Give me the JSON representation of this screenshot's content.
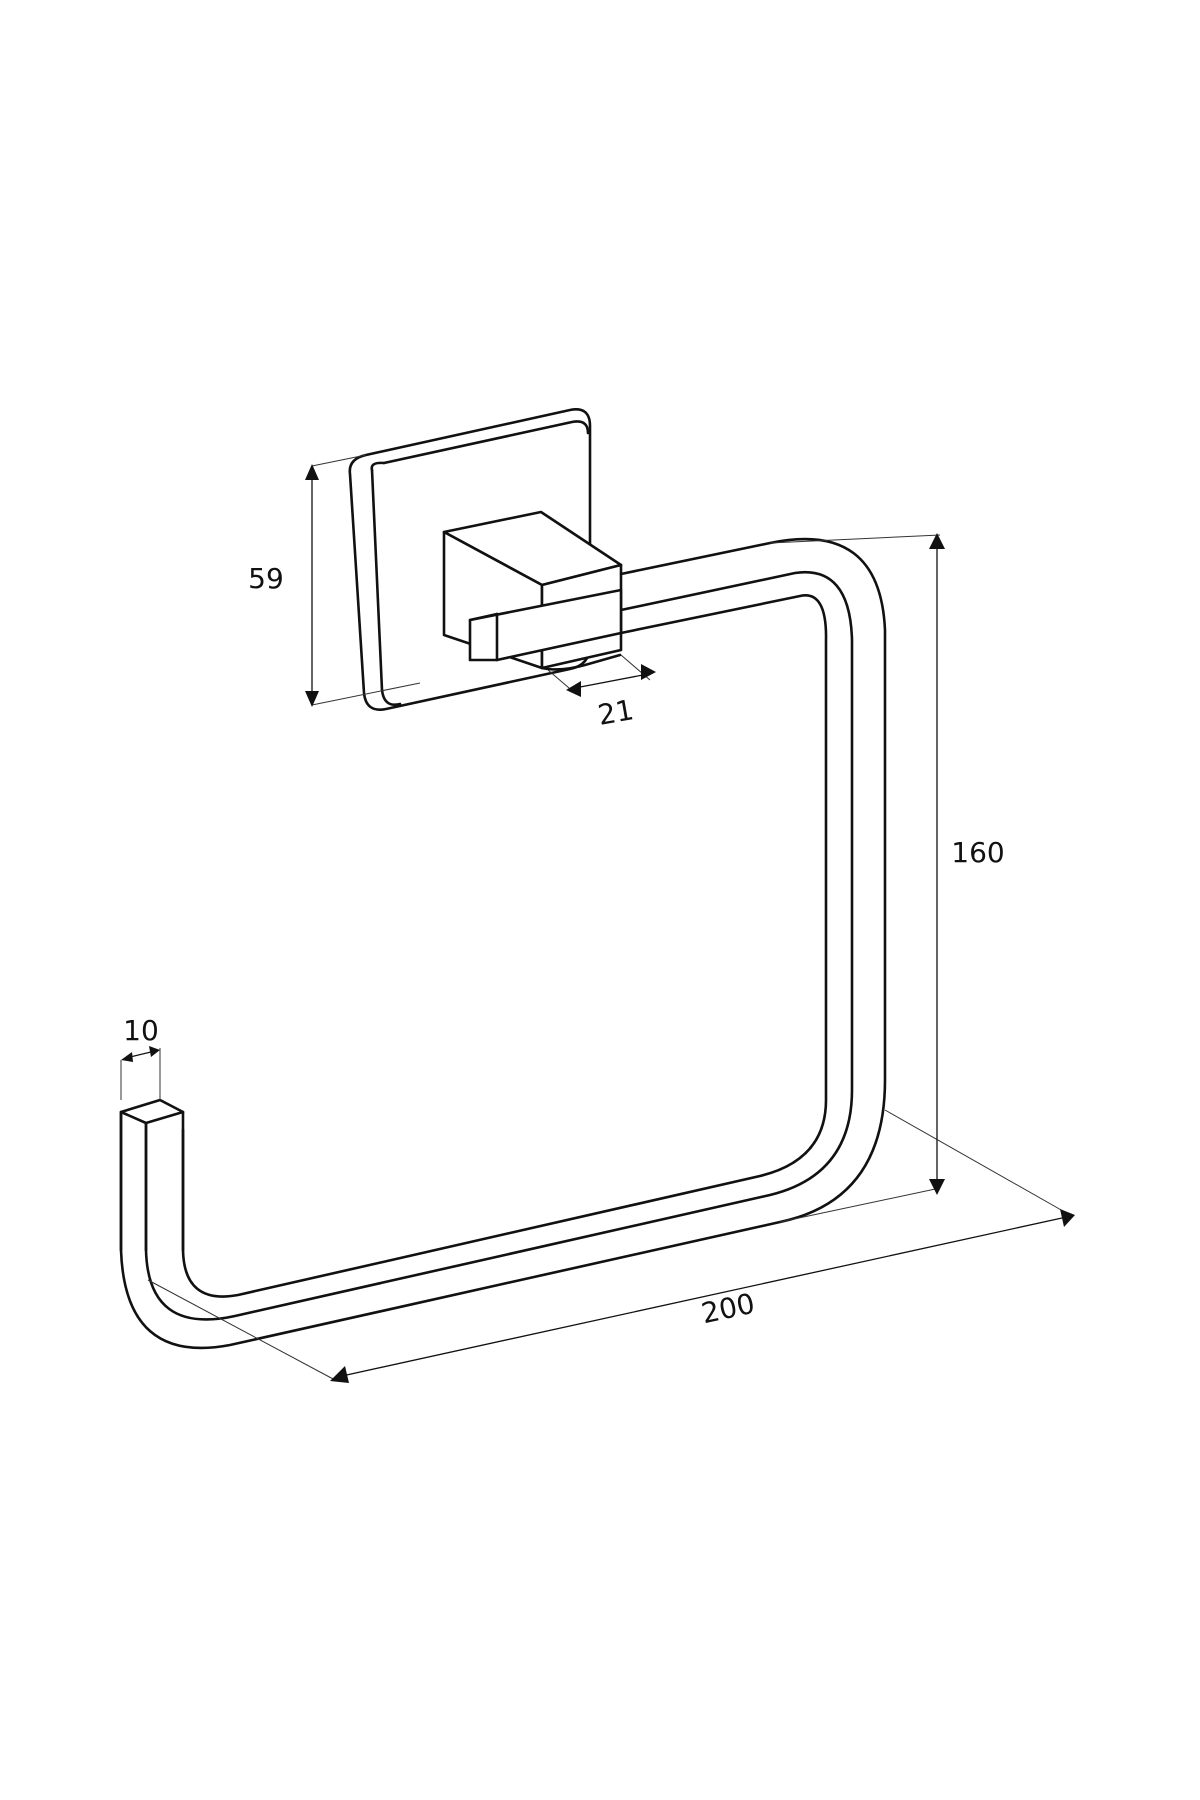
{
  "product": "towel-ring-line-drawing",
  "dimensions": {
    "base_height": "59",
    "arm_depth": "21",
    "ring_height": "160",
    "bar_width": "10",
    "ring_width": "200"
  },
  "colors": {
    "line": "#111111",
    "background": "#ffffff"
  }
}
